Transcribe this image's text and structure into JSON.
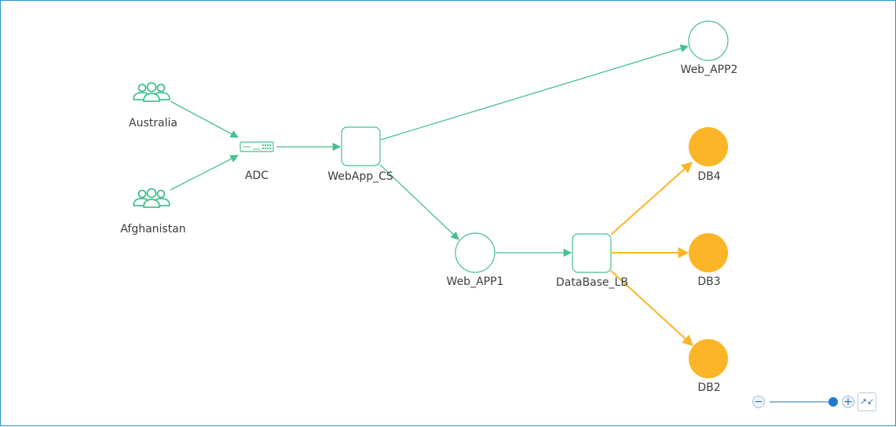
{
  "colors": {
    "healthy": "#45c08e",
    "warning": "#fbb526",
    "border": "#2a8fd6",
    "label": "#3c3c3c"
  },
  "nodes": {
    "australia": {
      "label": "Australia",
      "icon": "users-icon"
    },
    "afghanistan": {
      "label": "Afghanistan",
      "icon": "users-icon"
    },
    "adc": {
      "label": "ADC",
      "icon": "appliance-icon"
    },
    "webapp_cs": {
      "label": "WebApp_CS",
      "shape": "square"
    },
    "web_app2": {
      "label": "Web_APP2",
      "shape": "circle"
    },
    "web_app1": {
      "label": "Web_APP1",
      "shape": "circle"
    },
    "database_lb": {
      "label": "DataBase_LB",
      "shape": "square"
    },
    "db4": {
      "label": "DB4",
      "shape": "circle-filled"
    },
    "db3": {
      "label": "DB3",
      "shape": "circle-filled"
    },
    "db2": {
      "label": "DB2",
      "shape": "circle-filled"
    }
  },
  "edges": [
    {
      "from": "australia",
      "to": "adc",
      "status": "healthy"
    },
    {
      "from": "afghanistan",
      "to": "adc",
      "status": "healthy"
    },
    {
      "from": "adc",
      "to": "webapp_cs",
      "status": "healthy"
    },
    {
      "from": "webapp_cs",
      "to": "web_app2",
      "status": "healthy"
    },
    {
      "from": "webapp_cs",
      "to": "web_app1",
      "status": "healthy"
    },
    {
      "from": "web_app1",
      "to": "database_lb",
      "status": "healthy"
    },
    {
      "from": "database_lb",
      "to": "db4",
      "status": "warning"
    },
    {
      "from": "database_lb",
      "to": "db3",
      "status": "warning"
    },
    {
      "from": "database_lb",
      "to": "db2",
      "status": "warning"
    }
  ],
  "zoom_control": {
    "minus_label": "−",
    "plus_label": "+",
    "fit_label": "↗↙",
    "level": 0.95
  }
}
